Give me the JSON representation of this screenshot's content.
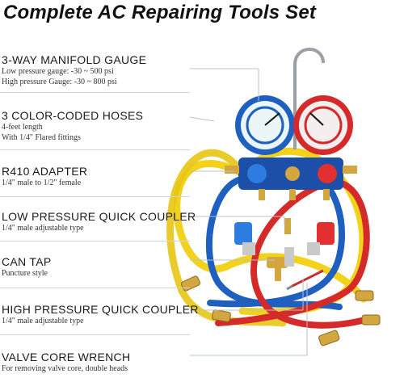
{
  "title": "Complete AC Repairing Tools Set",
  "features": [
    {
      "heading": "3-WAY MANIFOLD GAUGE",
      "lines": [
        "Low pressure gauge: -30 ~ 500 psi",
        "High pressure Gauge: -30 ~ 800 psi"
      ]
    },
    {
      "heading": "3 COLOR-CODED HOSES",
      "lines": [
        "4-feet length",
        "With 1/4\" Flared fittings"
      ]
    },
    {
      "heading": "R410 ADAPTER",
      "lines": [
        "1/4\" male to 1/2\" female"
      ]
    },
    {
      "heading": "LOW PRESSURE QUICK COUPLER",
      "lines": [
        "1/4\" male adjustable type"
      ]
    },
    {
      "heading": "CAN TAP",
      "lines": [
        "Puncture style"
      ]
    },
    {
      "heading": "HIGH PRESSURE QUICK COUPLER",
      "lines": [
        "1/4\" male adjustable type"
      ]
    },
    {
      "heading": "VALVE CORE WRENCH",
      "lines": [
        "For removing valve core, double heads"
      ]
    }
  ],
  "colors": {
    "low_side": "#1f5fbf",
    "high_side": "#d42a2a",
    "hose_yellow": "#f2d21b",
    "brass": "#d4a640",
    "rule": "#cfd7de"
  },
  "icons": [
    "manifold-gauge-illustration",
    "hose-set-illustration",
    "coupler-illustration",
    "can-tap-illustration",
    "valve-core-wrench-illustration"
  ]
}
